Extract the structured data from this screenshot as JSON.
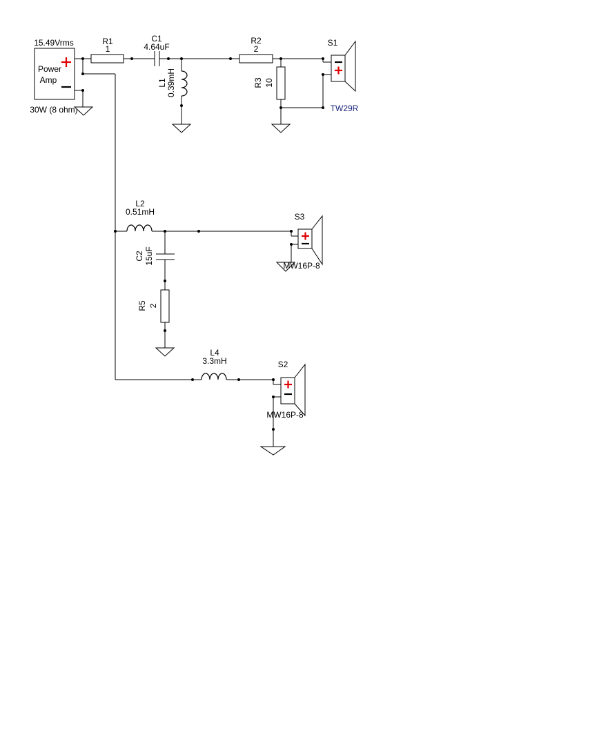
{
  "colors": {
    "plus_marker": "#dd0000",
    "model_label": "#1a237e",
    "line": "#000000",
    "background": "#ffffff"
  },
  "amp": {
    "voltage": "15.49Vrms",
    "label_line1": "Power",
    "label_line2": "Amp",
    "rating": "30W (8 ohm)"
  },
  "R1": {
    "ref": "R1",
    "value": "1"
  },
  "C1": {
    "ref": "C1",
    "value": "4.64uF"
  },
  "L1": {
    "ref": "L1",
    "value": "0.39mH"
  },
  "R2": {
    "ref": "R2",
    "value": "2"
  },
  "R3": {
    "ref": "R3",
    "value": "10"
  },
  "S1": {
    "ref": "S1",
    "model": "TW29R"
  },
  "L2": {
    "ref": "L2",
    "value": "0.51mH"
  },
  "C2": {
    "ref": "C2",
    "value": "15uF"
  },
  "R5": {
    "ref": "R5",
    "value": "2"
  },
  "S3": {
    "ref": "S3",
    "model": "MW16P-8"
  },
  "L4": {
    "ref": "L4",
    "value": "3.3mH"
  },
  "S2": {
    "ref": "S2",
    "model": "MW16P-8"
  },
  "icons": {
    "ground": "ground-icon",
    "speaker": "speaker-icon",
    "plus": "plus-icon",
    "minus": "minus-icon"
  }
}
